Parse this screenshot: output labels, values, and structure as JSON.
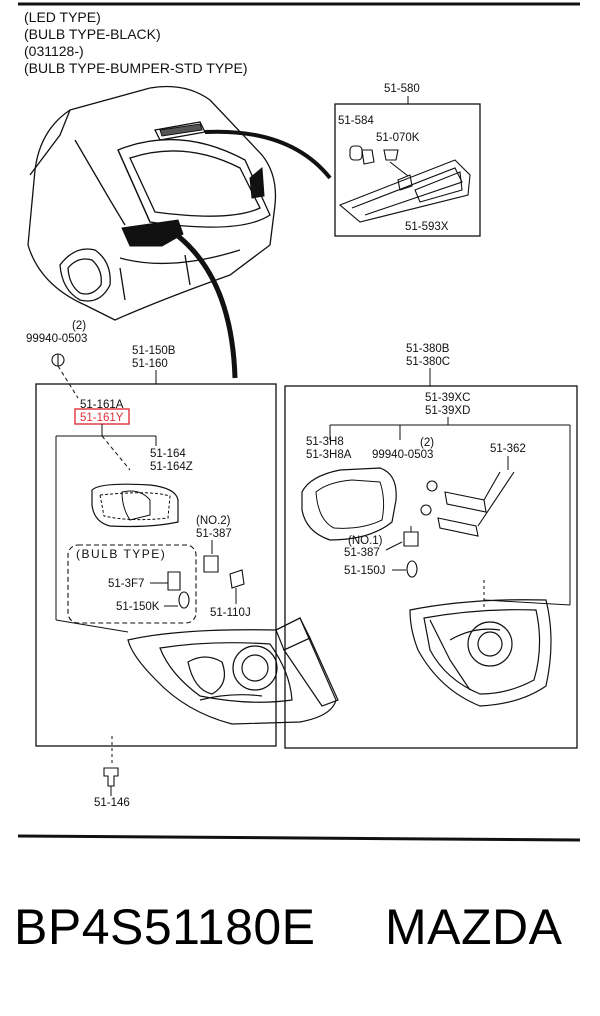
{
  "header_notes": [
    "(LED TYPE)",
    "(BULB TYPE-BLACK)",
    "(031128-)",
    "(BULB TYPE-BUMPER-STD TYPE)"
  ],
  "inset_labels": {
    "main": "51-580",
    "bulb": "51-584",
    "socket": "51-070K",
    "lens": "51-593X"
  },
  "left_group": {
    "qty": "(2)",
    "screw": "99940-0503",
    "assy_a": "51-150B",
    "assy_b": "51-160",
    "bracket_a": "51-161A",
    "bracket_b": "51-161Y",
    "gasket_a": "51-164",
    "gasket_b": "51-164Z",
    "no2": "(NO.2)",
    "socket_387": "51-387",
    "bulb_type_title": "(BULB TYPE)",
    "bulb_3f7": "51-3F7",
    "bulb_150k": "51-150K",
    "bulb_110j": "51-110J",
    "clip": "51-146"
  },
  "right_group": {
    "assy_a": "51-380B",
    "assy_b": "51-380C",
    "cover_a": "51-39XC",
    "cover_b": "51-39XD",
    "gasket_a": "51-3H8",
    "gasket_b": "51-3H8A",
    "qty": "(2)",
    "screw": "99940-0503",
    "bracket": "51-362",
    "no1": "(NO.1)",
    "socket_387": "51-387",
    "bulb_150j": "51-150J"
  },
  "footer": {
    "part_number": "BP4S51180E",
    "brand": "MAZDA"
  },
  "colors": {
    "line": "#111111",
    "highlight": "#e0303a"
  }
}
